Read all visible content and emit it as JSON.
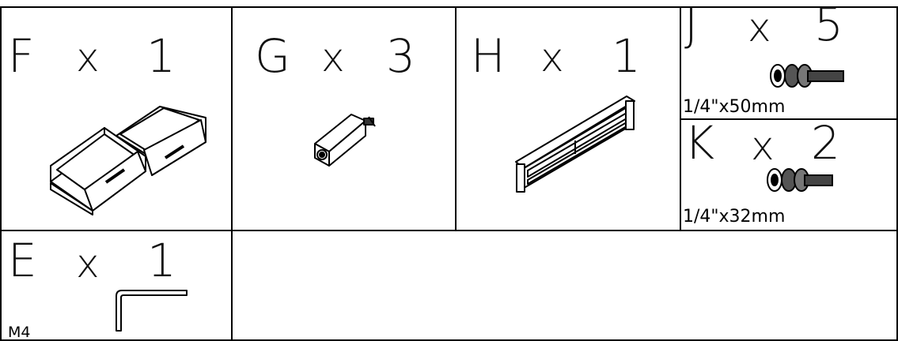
{
  "parts": [
    {
      "id": "F",
      "letter": "F",
      "times": "x",
      "qty": "1",
      "item": "drawers"
    },
    {
      "id": "G",
      "letter": "G",
      "times": "x",
      "qty": "3",
      "item": "connector post"
    },
    {
      "id": "H",
      "letter": "H",
      "times": "x",
      "qty": "1",
      "item": "rail panel"
    },
    {
      "id": "J",
      "letter": "J",
      "times": "x",
      "qty": "5",
      "spec": "1/4\"x50mm",
      "item": "bolt"
    },
    {
      "id": "K",
      "letter": "K",
      "times": "x",
      "qty": "2",
      "spec": "1/4\"x32mm",
      "item": "bolt"
    },
    {
      "id": "E",
      "letter": "E",
      "times": "x",
      "qty": "1",
      "spec": "M4",
      "item": "allen key"
    }
  ],
  "colors": {
    "line": "#000000",
    "background": "#ffffff"
  }
}
